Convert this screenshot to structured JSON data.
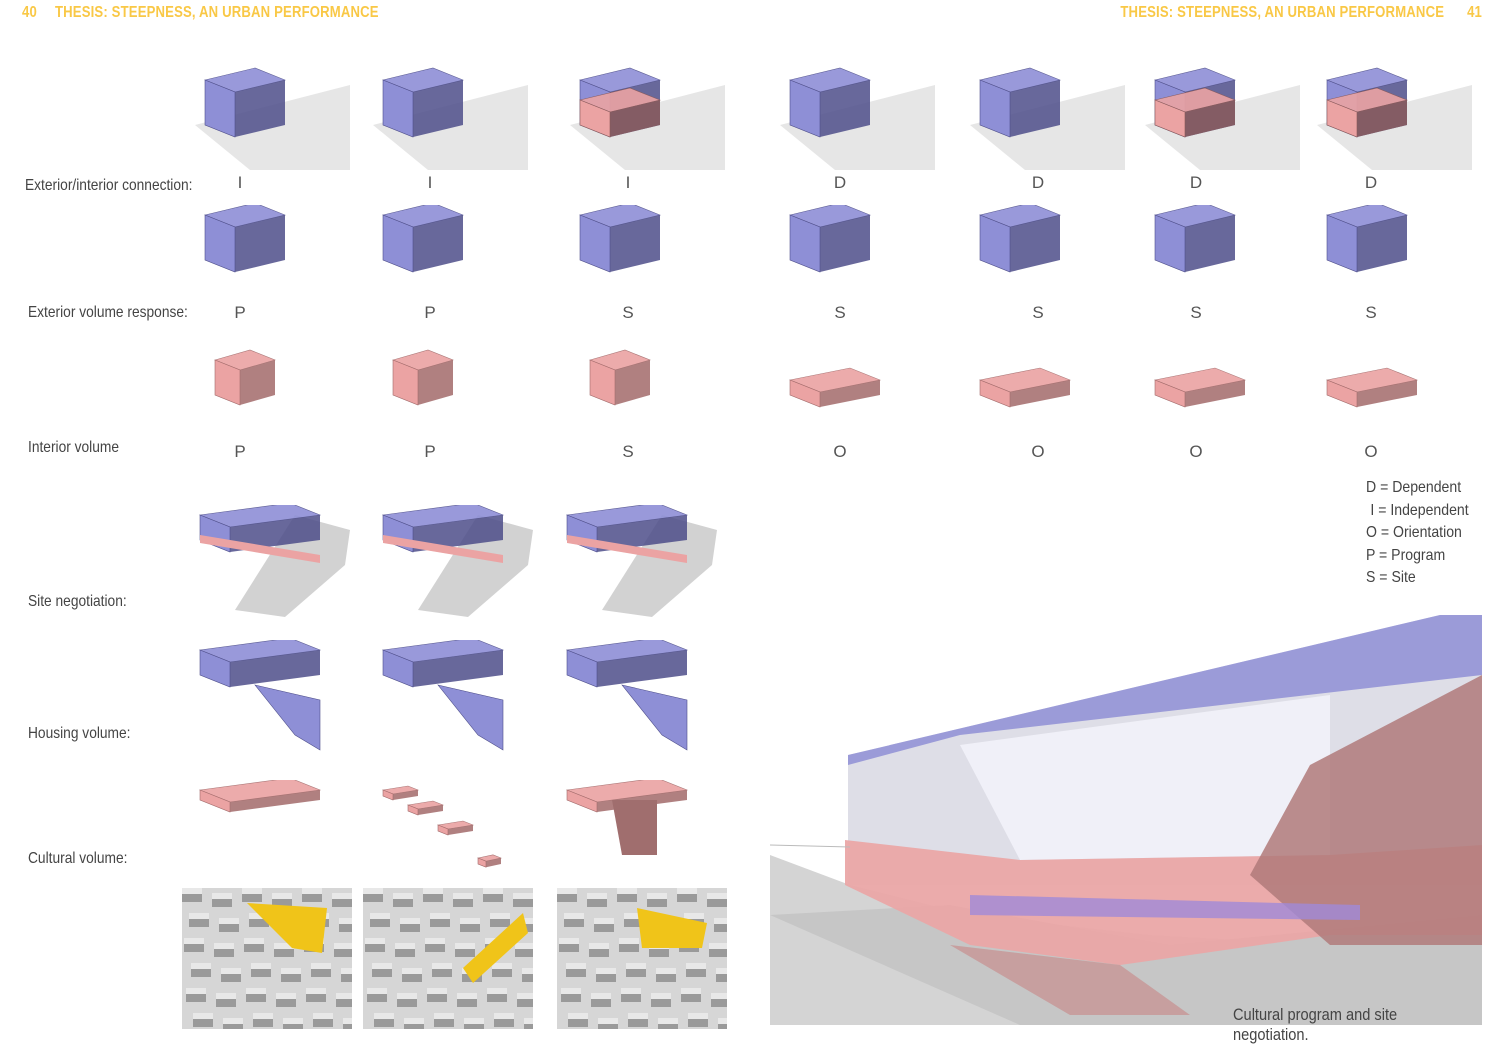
{
  "header": {
    "left_page_number": "40",
    "left_title": "THESIS: STEEPNESS, AN URBAN PERFORMANCE",
    "right_title": "THESIS: STEEPNESS, AN URBAN PERFORMANCE",
    "right_page_number": "41"
  },
  "rows": {
    "exterior_interior": {
      "label": "Exterior/interior connection:",
      "codes": [
        "I",
        "I",
        "I",
        "D",
        "D",
        "D",
        "D"
      ]
    },
    "exterior_volume": {
      "label": "Exterior volume response:",
      "codes": [
        "P",
        "P",
        "S",
        "S",
        "S",
        "S",
        "S"
      ]
    },
    "interior_volume": {
      "label": "Interior volume",
      "codes": [
        "P",
        "P",
        "S",
        "O",
        "O",
        "O",
        "O"
      ]
    },
    "site_negotiation": {
      "label": "Site negotiation:"
    },
    "housing_volume": {
      "label": "Housing volume:"
    },
    "cultural_volume": {
      "label": "Cultural volume:"
    }
  },
  "legend": [
    "D = Dependent",
    "I = Independent",
    "O = Orientation",
    "P = Program",
    "S = Site"
  ],
  "caption": "Cultural program and site negotiation.",
  "colors": {
    "accent": "#f9c846",
    "purple": "#8e8fd6",
    "pink": "#eba3a3",
    "dark": "#5b4e6e",
    "building": "#f0c419"
  }
}
